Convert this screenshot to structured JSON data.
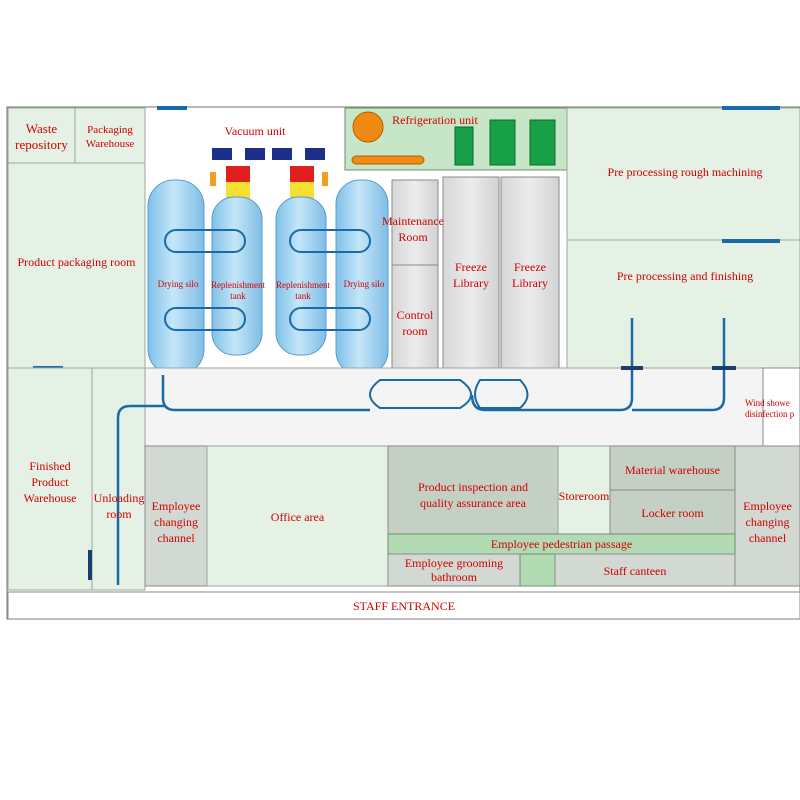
{
  "rooms": {
    "waste_repository": "Waste\nrepository",
    "packaging_warehouse": "Packaging\nWarehouse",
    "vacuum_unit": "Vacuum unit",
    "refrigeration_unit": "Refrigeration unit",
    "pre_processing_rough": "Pre processing rough machining",
    "product_packaging_room": "Product packaging room",
    "maintenance_room": "Maintenance\nRoom",
    "freeze_library_1": "Freeze\nLibrary",
    "freeze_library_2": "Freeze\nLibrary",
    "pre_processing_finishing": "Pre processing and finishing",
    "drying_silo_1": "Drying silo",
    "replenishment_tank_1": "Replenishment\ntank",
    "replenishment_tank_2": "Replenishment\ntank",
    "drying_silo_2": "Drying silo",
    "control_room": "Control\nroom",
    "wind_shower": "Wind showe\ndisinfection p",
    "finished_product_warehouse": "Finished\nProduct\nWarehouse",
    "unloading_room": "Unloading\nroom",
    "employee_changing_channel_1": "Employee\nchanging\nchannel",
    "office_area": "Office area",
    "product_inspection": "Product inspection and\nquality assurance area",
    "storeroom": "Storeroom",
    "material_warehouse": "Material warehouse",
    "locker_room": "Locker room",
    "employee_changing_channel_2": "Employee\nchanging\nchannel",
    "employee_pedestrian_passage": "Employee pedestrian passage",
    "employee_grooming_bathroom": "Employee grooming\nbathroom",
    "staff_canteen": "Staff canteen",
    "staff_entrance": "STAFF ENTRANCE"
  },
  "colors": {
    "label": "#d10000",
    "room_green": "#e4f1e4",
    "room_gray": "#d2d8d2",
    "passage_green": "#b3dbb3",
    "pipe_blue": "#1a6aa8",
    "tank_blue": "#9ed0ee",
    "wall": "#888888"
  }
}
